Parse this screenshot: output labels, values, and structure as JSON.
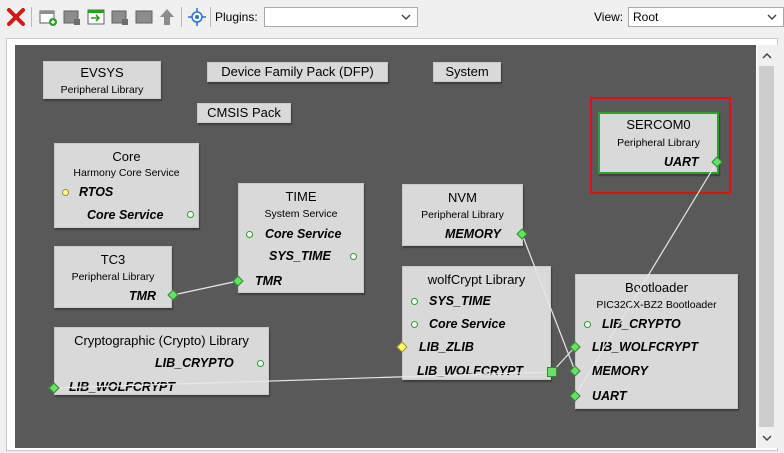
{
  "toolbar": {
    "plugins_label": "Plugins:",
    "plugins_value": "",
    "view_label": "View:",
    "view_value": "Root",
    "icons": [
      "delete-icon",
      "add-component-icon",
      "save-icon",
      "import-icon",
      "export-icon",
      "frame-icon",
      "move-up-icon",
      "target-icon"
    ]
  },
  "labels": {
    "evsys_title": "EVSYS",
    "evsys_sub": "Peripheral Library",
    "dfp": "Device Family Pack (DFP)",
    "system": "System",
    "cmsis": "CMSIS Pack"
  },
  "components": {
    "core": {
      "title": "Core",
      "sub": "Harmony Core Service",
      "ports": [
        "RTOS",
        "Core Service"
      ]
    },
    "time": {
      "title": "TIME",
      "sub": "System Service",
      "ports": [
        "Core Service",
        "SYS_TIME",
        "TMR"
      ]
    },
    "nvm": {
      "title": "NVM",
      "sub": "Peripheral Library",
      "ports": [
        "MEMORY"
      ]
    },
    "sercom0": {
      "title": "SERCOM0",
      "sub": "Peripheral Library",
      "ports": [
        "UART"
      ]
    },
    "tc3": {
      "title": "TC3",
      "sub": "Peripheral Library",
      "ports": [
        "TMR"
      ]
    },
    "wolfcrypt": {
      "title": "wolfCrypt Library",
      "ports": [
        "SYS_TIME",
        "Core Service",
        "LIB_ZLIB",
        "LIB_WOLFCRYPT"
      ]
    },
    "bootloader": {
      "title": "Bootloader",
      "sub": "PIC32CX-BZ2 Bootloader",
      "ports": [
        "LIB_CRYPTO",
        "LIB_WOLFCRYPT",
        "MEMORY",
        "UART"
      ]
    },
    "crypto": {
      "title": "Cryptographic (Crypto) Library",
      "ports": [
        "LIB_CRYPTO",
        "LIB_WOLFCRYPT"
      ]
    }
  },
  "colors": {
    "canvas": "#595959",
    "component": "#d9d9d9",
    "connected_port": "#66e066",
    "optional_port": "#ffff66",
    "highlight": "#e01010",
    "wire": "#e8e8e8"
  }
}
